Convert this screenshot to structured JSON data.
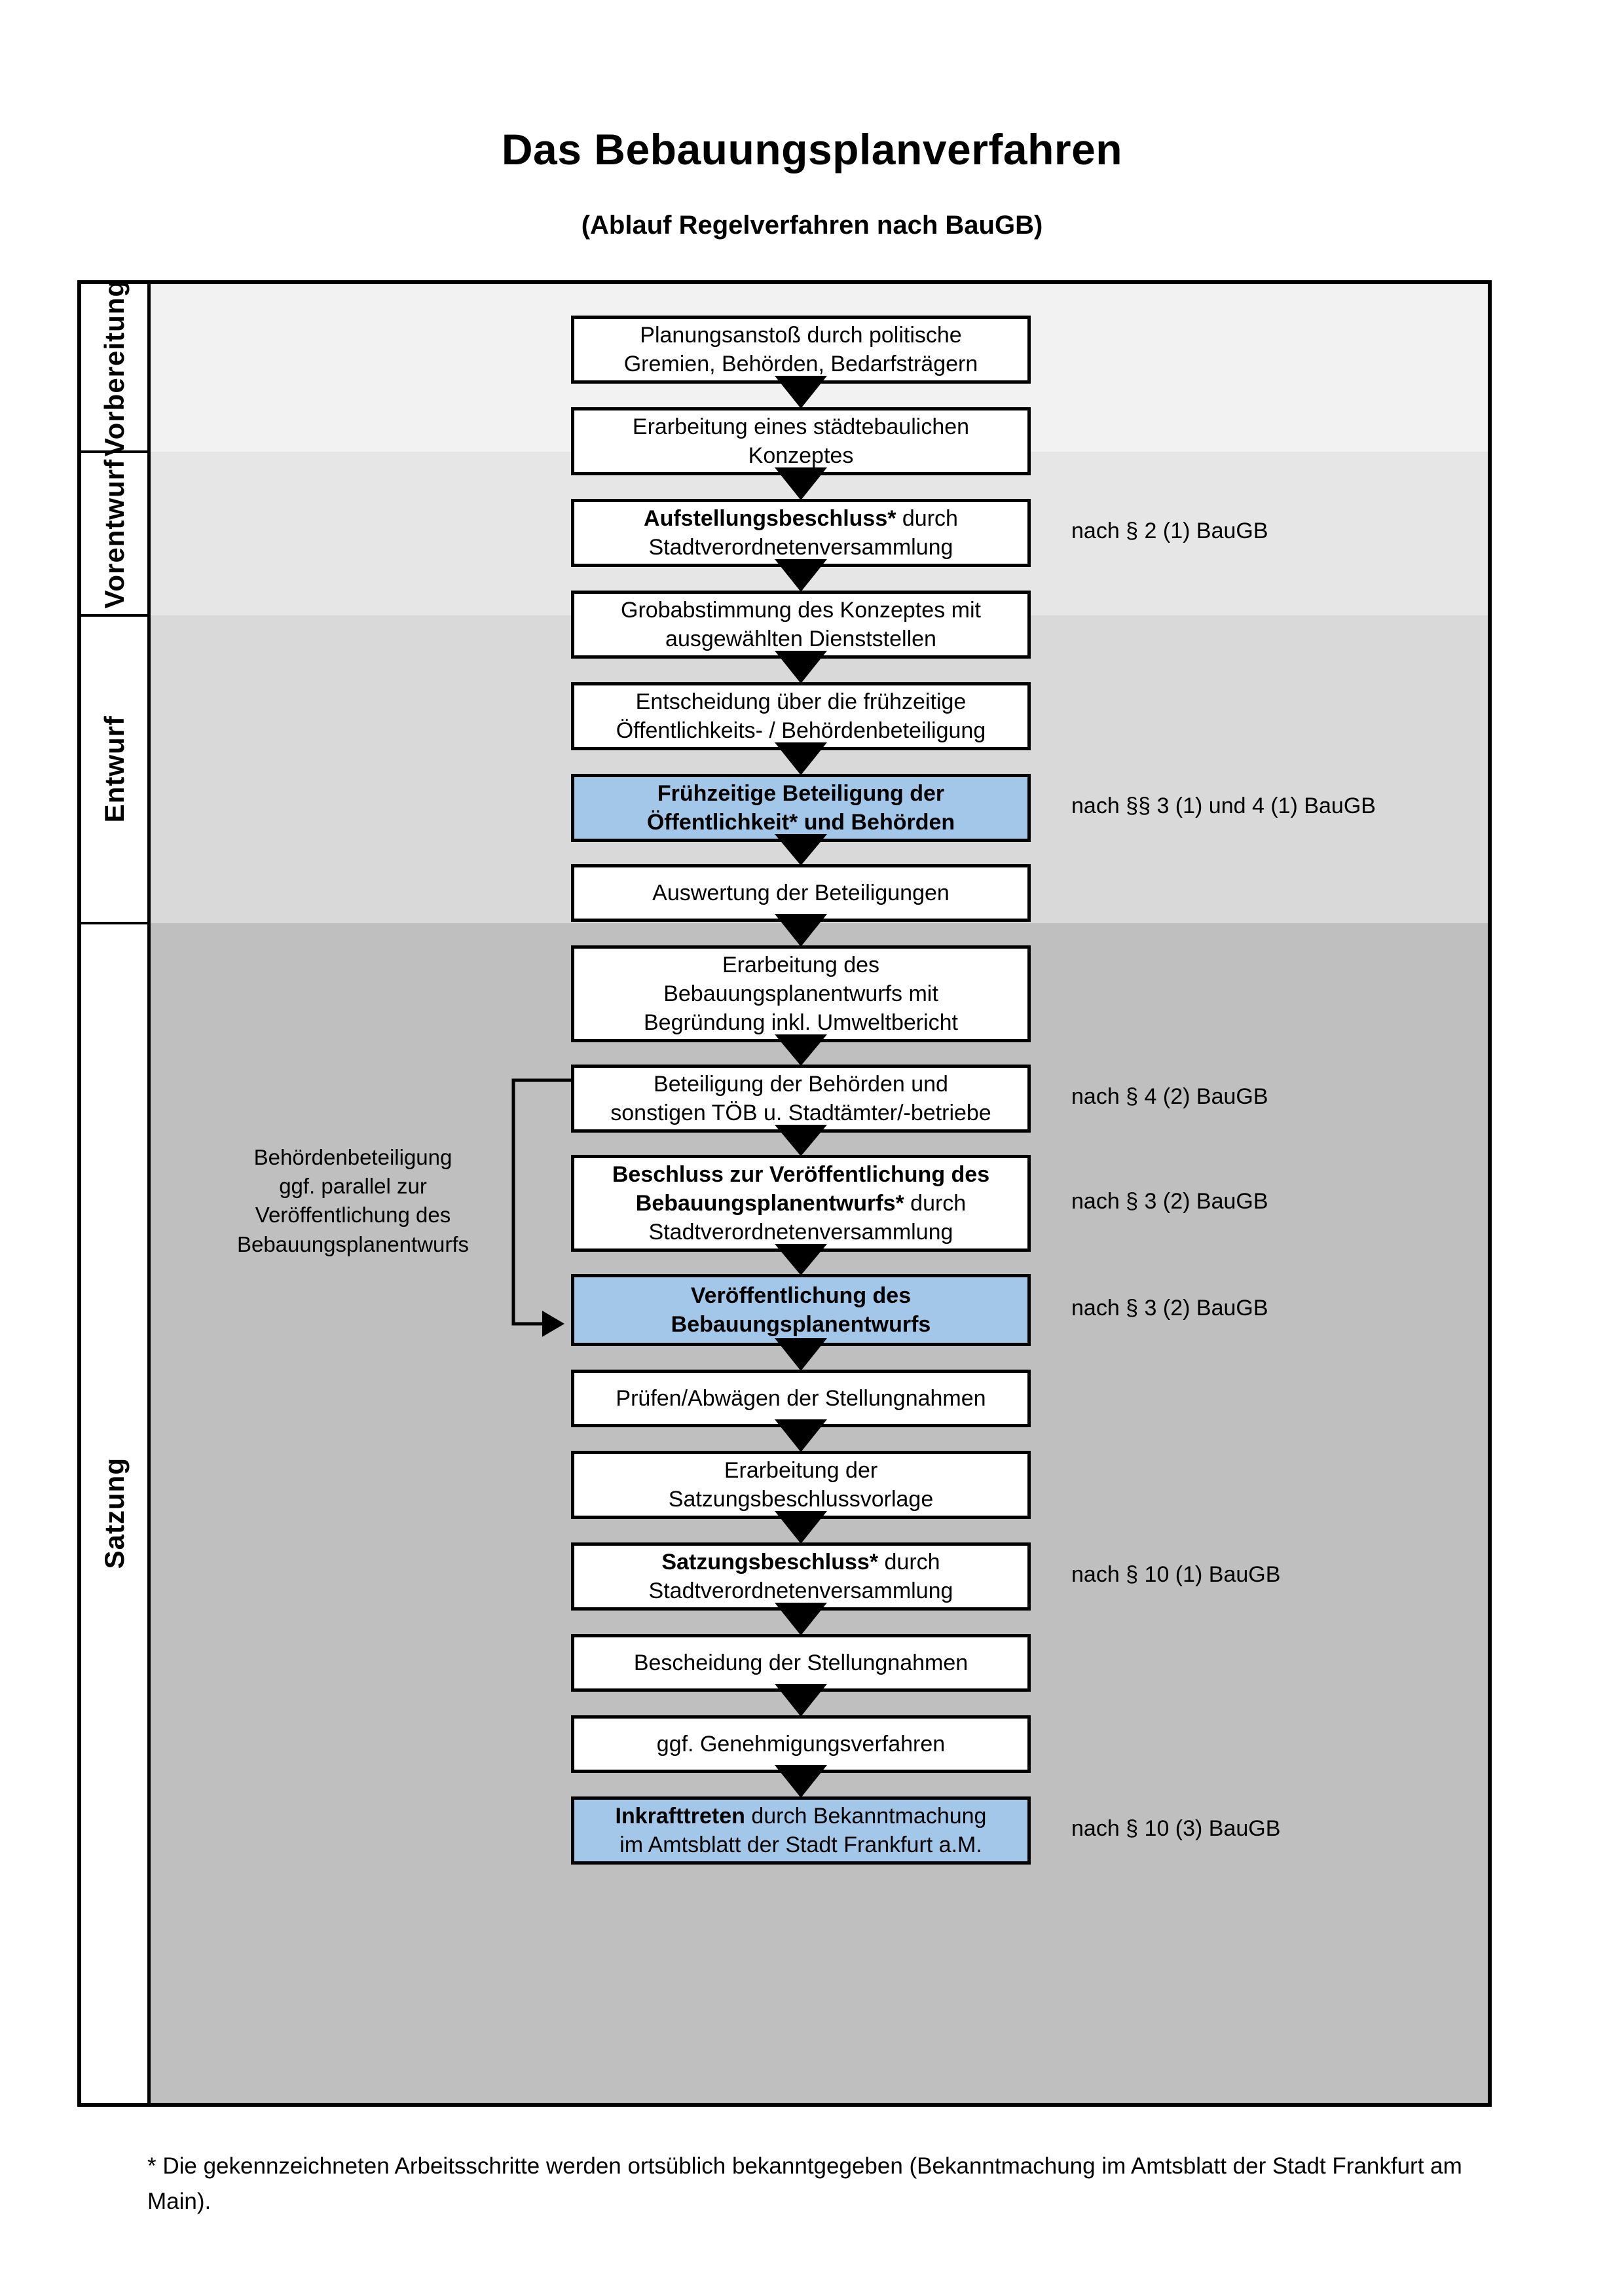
{
  "header": {
    "title": "Das Bebauungsplanverfahren",
    "subtitle": "(Ablauf Regelverfahren nach BauGB)"
  },
  "colors": {
    "highlight_box": "#a3c7e8",
    "band_vorbereitung": "#f2f2f2",
    "band_vorentwurf": "#e6e6e6",
    "band_entwurf": "#d9d9d9",
    "band_satzung": "#bfbfbf",
    "border": "#000000"
  },
  "phases": [
    {
      "id": "vorbereitung",
      "label": "Vorbereitung"
    },
    {
      "id": "vorentwurf",
      "label": "Vorentwurf"
    },
    {
      "id": "entwurf",
      "label": "Entwurf"
    },
    {
      "id": "satzung",
      "label": "Satzung"
    }
  ],
  "side_note": "Behördenbeteiligung ggf. parallel zur Veröffentlichung des Bebauungsplanentwurfs",
  "side_note_lines": [
    "Behördenbeteiligung",
    "ggf. parallel zur",
    "Veröffentlichung des",
    "Bebauungsplanentwurfs"
  ],
  "steps": [
    {
      "n": 1,
      "phase": "vorbereitung",
      "highlight": false,
      "lines": [
        "Planungsanstoß durch politische",
        "Gremien, Behörden, Bedarfsträgern"
      ],
      "bold_prefix": ""
    },
    {
      "n": 2,
      "phase": "vorbereitung",
      "highlight": false,
      "lines": [
        "Erarbeitung eines städtebaulichen",
        "Konzeptes"
      ],
      "bold_prefix": ""
    },
    {
      "n": 3,
      "phase": "vorbereitung",
      "highlight": false,
      "lines": [
        "Aufstellungsbeschluss* durch",
        "Stadtverordnetenversammlung"
      ],
      "bold_prefix": "Aufstellungsbeschluss*"
    },
    {
      "n": 4,
      "phase": "vorentwurf",
      "highlight": false,
      "lines": [
        "Grobabstimmung des Konzeptes mit",
        "ausgewählten Dienststellen"
      ],
      "bold_prefix": ""
    },
    {
      "n": 5,
      "phase": "vorentwurf",
      "highlight": false,
      "lines": [
        "Entscheidung über die frühzeitige",
        "Öffentlichkeits- / Behördenbeteiligung"
      ],
      "bold_prefix": ""
    },
    {
      "n": 6,
      "phase": "vorentwurf",
      "highlight": true,
      "lines": [
        "Frühzeitige Beteiligung der",
        "Öffentlichkeit* und Behörden"
      ],
      "bold_prefix": "all"
    },
    {
      "n": 7,
      "phase": "entwurf",
      "highlight": false,
      "lines": [
        "Auswertung der Beteiligungen"
      ],
      "bold_prefix": ""
    },
    {
      "n": 8,
      "phase": "entwurf",
      "highlight": false,
      "lines": [
        "Erarbeitung des",
        "Bebauungsplanentwurfs mit",
        "Begründung inkl. Umweltbericht"
      ],
      "bold_prefix": ""
    },
    {
      "n": 9,
      "phase": "entwurf",
      "highlight": false,
      "lines": [
        "Beteiligung der Behörden und",
        "sonstigen TÖB u. Stadtämter/-betriebe"
      ],
      "bold_prefix": ""
    },
    {
      "n": 10,
      "phase": "entwurf",
      "highlight": false,
      "lines": [
        "Beschluss zur Veröffentlichung des",
        "Bebauungsplanentwurfs* durch",
        "Stadtverordnetenversammlung"
      ],
      "bold_prefix": "Beschluss zur Veröffentlichung des Bebauungsplanentwurfs*"
    },
    {
      "n": 11,
      "phase": "entwurf",
      "highlight": true,
      "lines": [
        "Veröffentlichung des",
        "Bebauungsplanentwurfs"
      ],
      "bold_prefix": "all"
    },
    {
      "n": 12,
      "phase": "satzung",
      "highlight": false,
      "lines": [
        "Prüfen/Abwägen der Stellungnahmen"
      ],
      "bold_prefix": ""
    },
    {
      "n": 13,
      "phase": "satzung",
      "highlight": false,
      "lines": [
        "Erarbeitung der",
        "Satzungsbeschlussvorlage"
      ],
      "bold_prefix": ""
    },
    {
      "n": 14,
      "phase": "satzung",
      "highlight": false,
      "lines": [
        "Satzungsbeschluss* durch",
        "Stadtverordnetenversammlung"
      ],
      "bold_prefix": "Satzungsbeschluss*"
    },
    {
      "n": 15,
      "phase": "satzung",
      "highlight": false,
      "lines": [
        "Bescheidung der Stellungnahmen"
      ],
      "bold_prefix": ""
    },
    {
      "n": 16,
      "phase": "satzung",
      "highlight": false,
      "lines": [
        "ggf. Genehmigungsverfahren"
      ],
      "bold_prefix": ""
    },
    {
      "n": 17,
      "phase": "satzung",
      "highlight": true,
      "lines": [
        "Inkrafttreten durch Bekanntmachung",
        "im Amtsblatt der Stadt Frankfurt a.M."
      ],
      "bold_prefix": "Inkrafttreten"
    }
  ],
  "legal_refs": [
    {
      "id": "ref-1",
      "text": "nach § 2 (1) BauGB",
      "step": 3
    },
    {
      "id": "ref-2",
      "text": "nach §§ 3 (1) und 4 (1) BauGB",
      "step": 6
    },
    {
      "id": "ref-3",
      "text": "nach § 4 (2) BauGB",
      "step": 9
    },
    {
      "id": "ref-4",
      "text": "nach § 3 (2) BauGB",
      "step": 10
    },
    {
      "id": "ref-5",
      "text": "nach § 3 (2) BauGB",
      "step": 11
    },
    {
      "id": "ref-6",
      "text": "nach § 10 (1) BauGB",
      "step": 14
    },
    {
      "id": "ref-7",
      "text": "nach § 10 (3) BauGB",
      "step": 17
    }
  ],
  "footnote": "* Die gekennzeichneten Arbeitsschritte werden ortsüblich bekanntgegeben (Bekanntmachung im Amtsblatt  der Stadt Frankfurt am Main)."
}
